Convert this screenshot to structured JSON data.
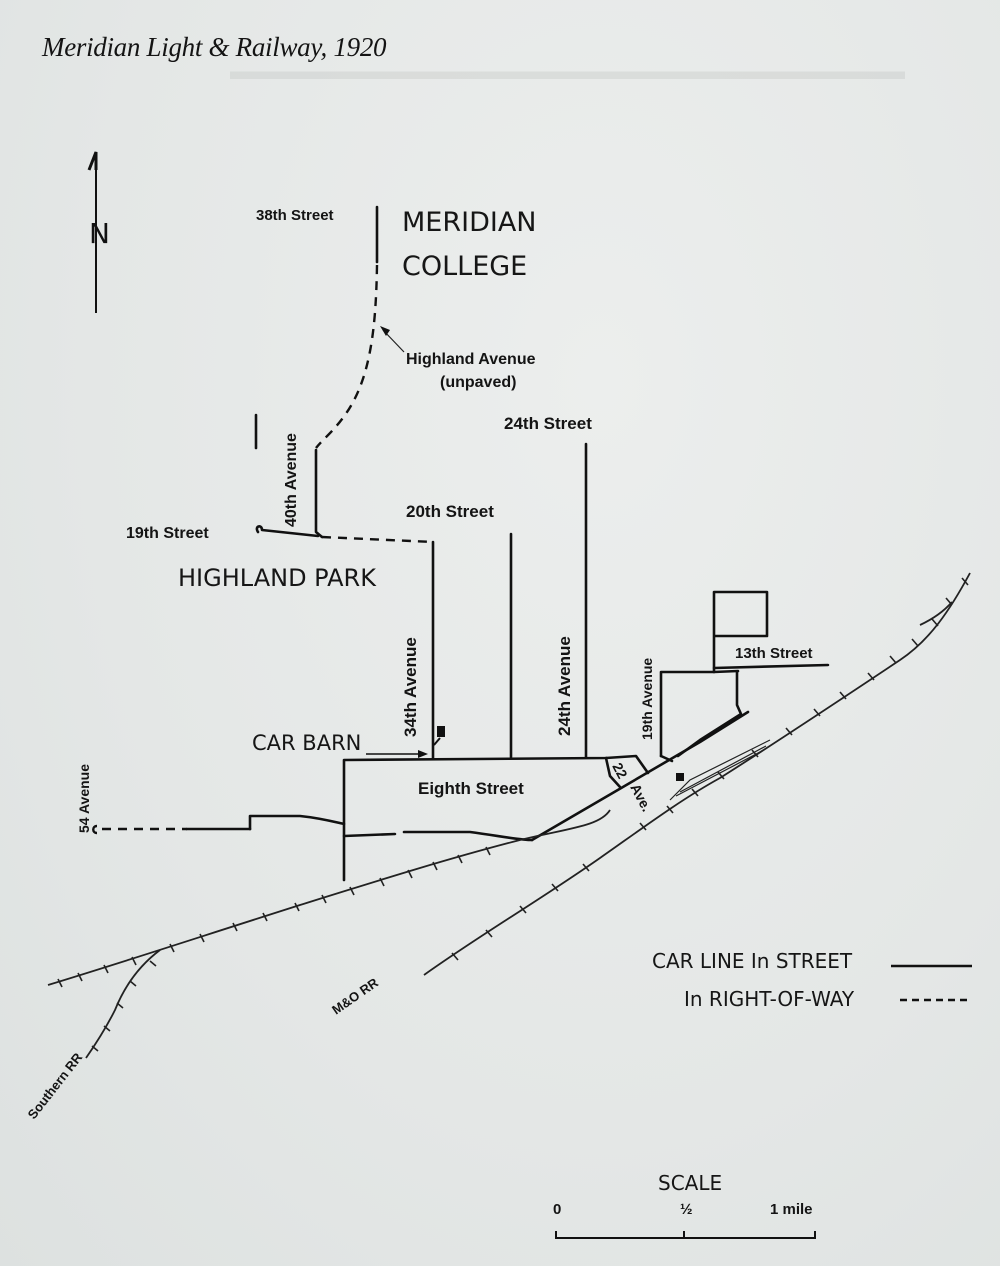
{
  "map": {
    "title": "Meridian Light & Railway, 1920",
    "north_arrow": {
      "letter": "N"
    },
    "areas": {
      "college_line1": "MERIDIAN",
      "college_line2": "COLLEGE",
      "park": "HIGHLAND PARK",
      "car_barn": "CAR BARN"
    },
    "streets": {
      "street_38th": "38th Street",
      "highland_ave": "Highland Avenue",
      "highland_ave_note": "(unpaved)",
      "street_24th": "24th Street",
      "street_20th": "20th Street",
      "street_19th": "19th Street",
      "avenue_40th": "40th Avenue",
      "avenue_34th": "34th Avenue",
      "avenue_24th": "24th Avenue",
      "avenue_19th": "19th Avenue",
      "street_13th": "13th Street",
      "street_8th": "Eighth Street",
      "avenue_22nd_num": "22",
      "avenue_22nd_suffix": "Ave.",
      "avenue_54": "54 Avenue"
    },
    "railroads": {
      "southern": "Southern RR",
      "mo": "M&O RR"
    },
    "legend": {
      "street_label": "CAR LINE In STREET",
      "row_label": "In RIGHT-OF-WAY"
    },
    "scale": {
      "title": "SCALE",
      "tick_0": "0",
      "tick_half": "½",
      "tick_1": "1 mile"
    }
  }
}
